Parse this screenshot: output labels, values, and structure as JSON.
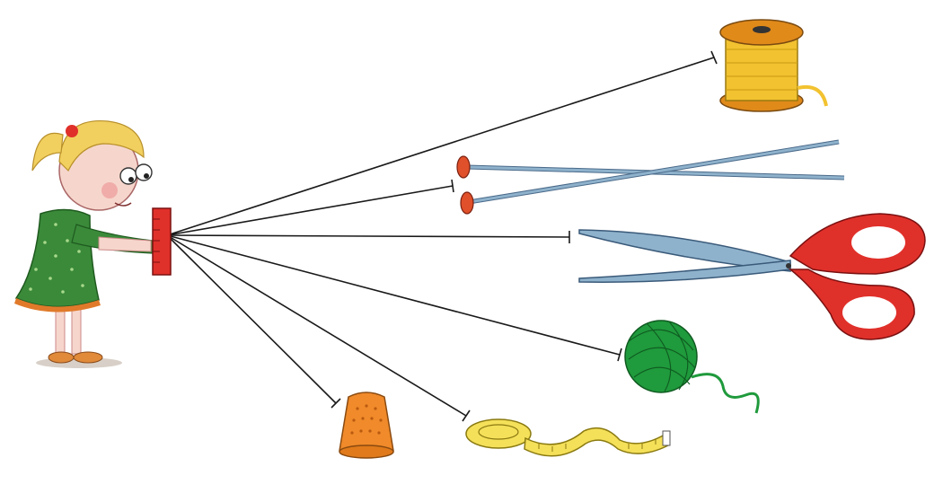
{
  "scene": {
    "background": "#ffffff",
    "line_color": "#1a1a1a",
    "items": [
      {
        "id": "spool",
        "icon": "thread-spool-icon",
        "color": "#f2c230"
      },
      {
        "id": "needles",
        "icon": "knitting-needles-icon",
        "color": "#8fb2cc"
      },
      {
        "id": "scissors",
        "icon": "scissors-icon",
        "color": "#e0302a"
      },
      {
        "id": "yarn",
        "icon": "yarn-ball-icon",
        "color": "#1f9a3c"
      },
      {
        "id": "tape",
        "icon": "measuring-tape-icon",
        "color": "#f5e05a"
      },
      {
        "id": "thimble",
        "icon": "thimble-icon",
        "color": "#f08a2a"
      }
    ],
    "character": {
      "icon": "girl-with-ruler-icon",
      "dress_color": "#3a8a3a",
      "ruler_color": "#e0302a"
    }
  }
}
